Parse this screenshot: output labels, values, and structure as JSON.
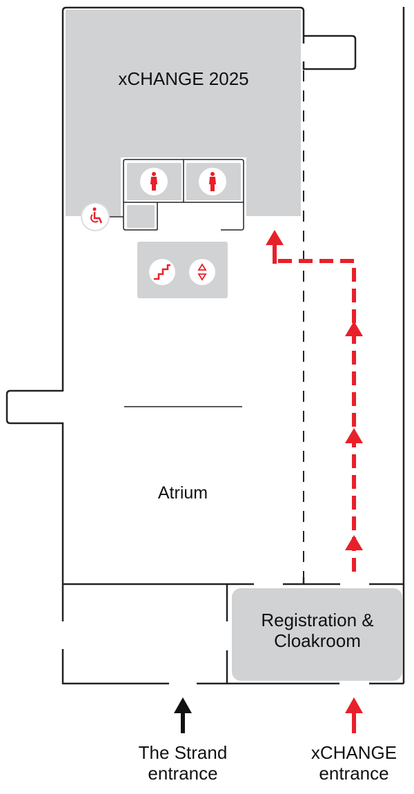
{
  "map": {
    "rooms": {
      "main_hall": "xCHANGE 2025",
      "atrium": "Atrium",
      "registration": "Registration & Cloakroom"
    },
    "entrances": {
      "strand": "The Strand entrance",
      "xchange": "xCHANGE entrance"
    },
    "icons": [
      "female-toilet-icon",
      "male-toilet-icon",
      "accessible-toilet-icon",
      "stairs-icon",
      "lift-icon",
      "route-arrow-icon"
    ],
    "colors": {
      "route": "#e8202a",
      "room_fill": "#d1d2d4",
      "wall": "#222222"
    }
  }
}
